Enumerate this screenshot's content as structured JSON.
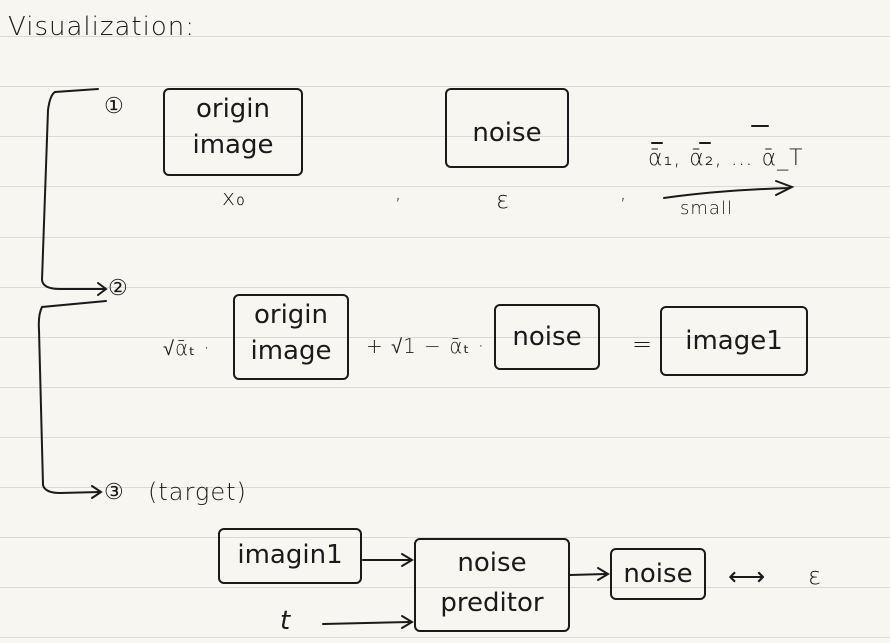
{
  "title": "Visualization:",
  "step1": {
    "marker": "①",
    "origin_box": [
      "origin",
      "image"
    ],
    "origin_label": "x₀",
    "noise_box": "noise",
    "noise_label": "ε",
    "alphas": "ᾱ₁, ᾱ₂, … ᾱ_T",
    "arrow_label": "small",
    "comma": ","
  },
  "step2": {
    "marker": "②",
    "coef1": "√ᾱₜ ·",
    "origin_box": [
      "origin",
      "image"
    ],
    "coef2": "+ √1 − ᾱₜ ·",
    "noise_box": "noise",
    "equals": "=",
    "result_box": "image1"
  },
  "step3": {
    "marker": "③",
    "label": "(target)",
    "input_box": "imagin1",
    "t_label": "t",
    "predictor_box": [
      "noise",
      "preditor"
    ],
    "output_box": "noise",
    "compare_arrow": "⟷",
    "epsilon": "ε"
  }
}
